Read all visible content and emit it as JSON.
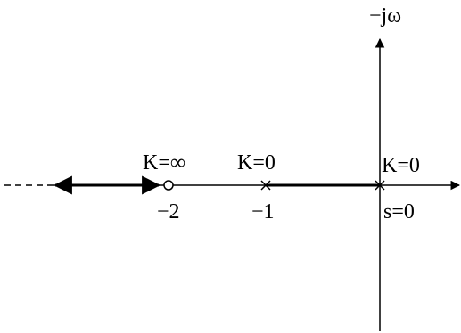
{
  "diagram": {
    "axis_label": "−jω",
    "labels": {
      "k_infinity": "K=∞",
      "k_zero_mid": "K=0",
      "k_zero_origin": "K=0",
      "x_minus_2": "−2",
      "x_minus_1": "−1",
      "s_zero": "s=0"
    },
    "colors": {
      "line": "#000000",
      "background": "#ffffff"
    }
  }
}
